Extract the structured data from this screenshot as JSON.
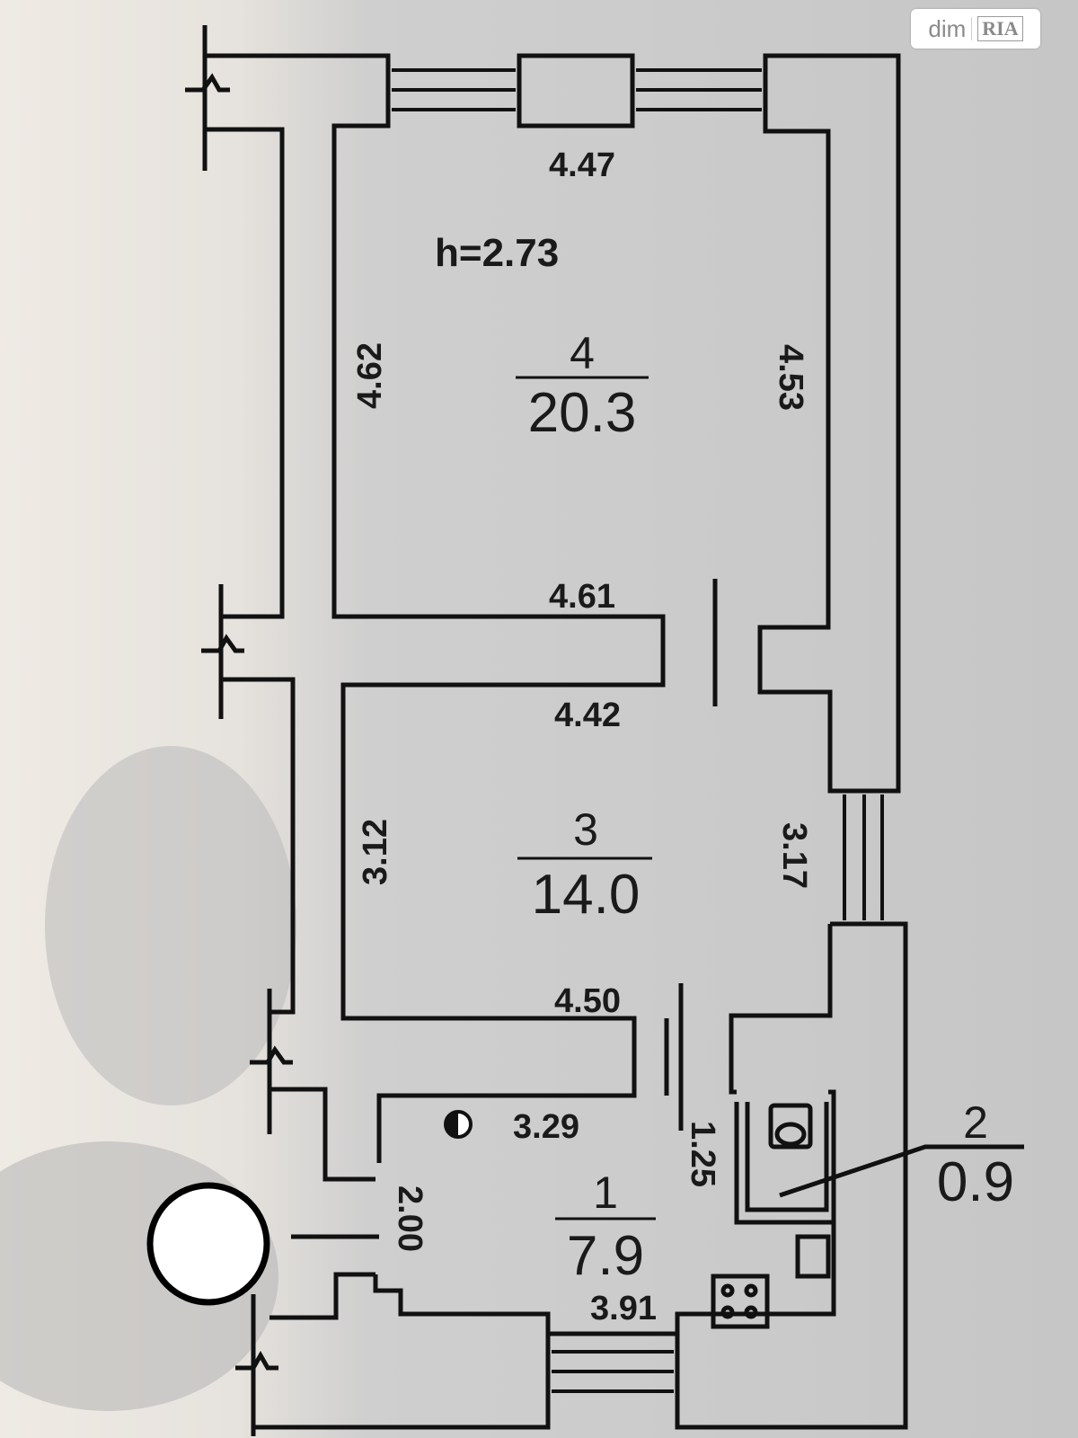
{
  "watermark": {
    "part1": "dim",
    "part2": "RIA"
  },
  "ceiling_height": "h=2.73",
  "rooms": [
    {
      "number": "4",
      "area": "20.3"
    },
    {
      "number": "3",
      "area": "14.0"
    },
    {
      "number": "1",
      "area": "7.9"
    },
    {
      "number": "2",
      "area": "0.9"
    }
  ],
  "dimensions": {
    "r4_top": "4.47",
    "r4_left": "4.62",
    "r4_right": "4.53",
    "r4_bottom": "4.61",
    "r3_top": "4.42",
    "r3_left": "3.12",
    "r3_right": "3.17",
    "r3_bottom": "4.50",
    "r1_top": "3.29",
    "r1_left": "2.00",
    "r1_right": "1.25",
    "r1_bottom": "3.91"
  },
  "colors": {
    "wall": "#111111",
    "fill": "#c9c9c9",
    "light_bg": "#efeae4"
  }
}
